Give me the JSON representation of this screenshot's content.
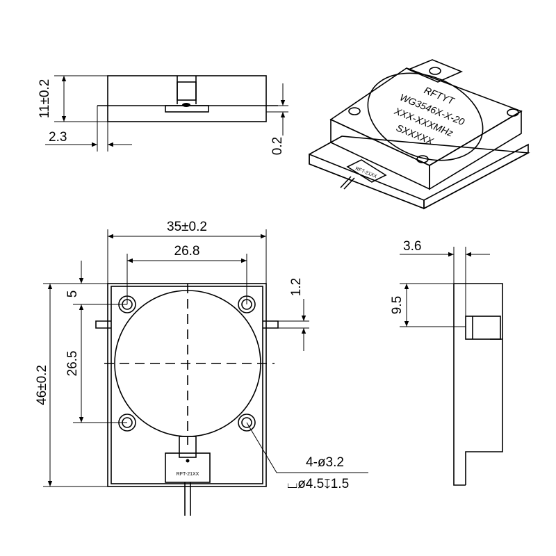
{
  "side_view": {
    "height_dim": "11±0.2",
    "offset_dim": "2.3",
    "gap_dim": "0.2"
  },
  "iso_view": {
    "brand": "RFTYT",
    "model": "WG3546X-X-20",
    "freq": "XXX-XXXMHz",
    "serial": "SXXXXX",
    "tab_label": "RFT-21XX"
  },
  "top_view": {
    "width_dim": "35±0.2",
    "hole_spacing_x": "26.8",
    "edge_dim": "5",
    "hole_spacing_y": "26.5",
    "height_dim": "46±0.2",
    "tab_dim": "1.2",
    "holes_callout": "4-ø3.2",
    "counterbore_callout": "⌴ø4.5↧1.5",
    "tab_label": "RFT-21XX"
  },
  "right_view": {
    "thickness_dim": "3.6",
    "step_dim": "9.5"
  }
}
